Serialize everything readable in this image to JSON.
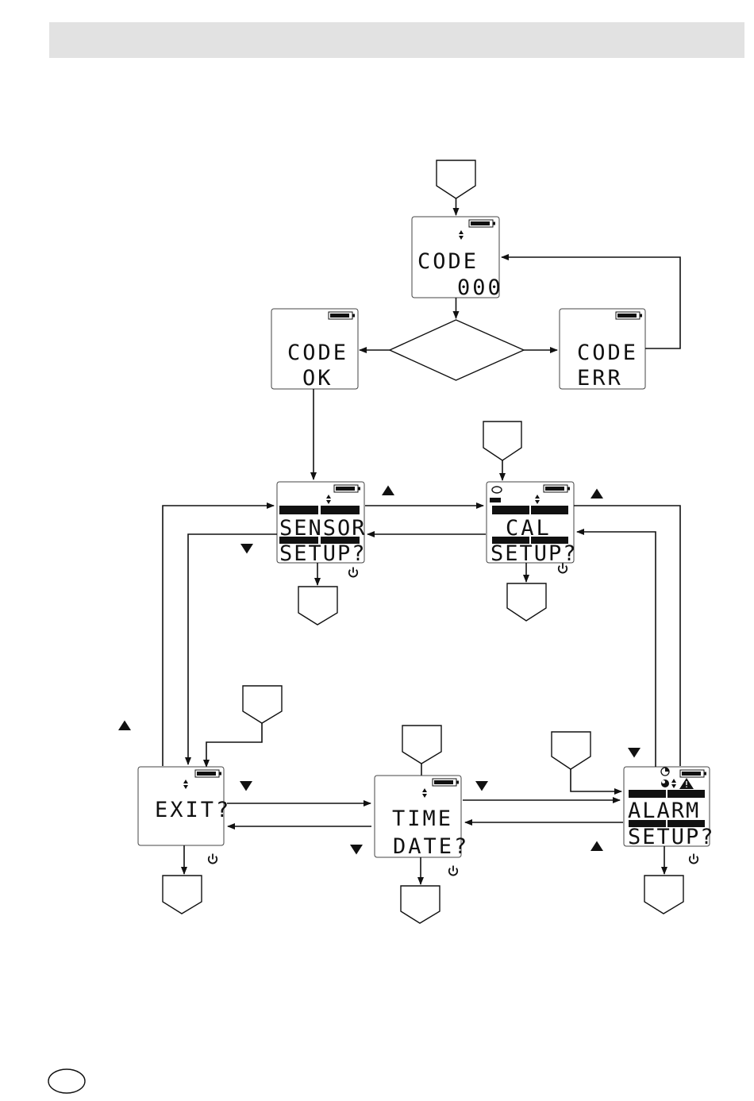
{
  "header": {
    "color": "#e2e2e2"
  },
  "screens": {
    "code_entry": {
      "line1": "CODE",
      "line2": "000"
    },
    "code_ok": {
      "line1": "CODE",
      "line2": "OK"
    },
    "code_err": {
      "line1": "CODE",
      "line2": "ERR"
    },
    "sensor_setup": {
      "line1": "SENSOR",
      "line2": "SETUP?"
    },
    "cal_setup": {
      "line1": "CAL",
      "line2": "SETUP?"
    },
    "exit": {
      "line1": "EXIT?"
    },
    "time_date": {
      "line1": "TIME",
      "line2": "DATE?"
    },
    "alarm_setup": {
      "line1": "ALARM",
      "line2": "SETUP?"
    }
  },
  "icons": {
    "battery": "battery-icon",
    "up_down": "up-down-arrows-icon",
    "up_triangle": "up-triangle-icon",
    "down_triangle": "down-triangle-icon",
    "power": "power-icon",
    "warning": "warning-icon",
    "clock": "clock-icon",
    "page_badge": "circle-badge-icon"
  },
  "colors": {
    "line": "#111111",
    "box_border": "#444444",
    "background": "#ffffff"
  }
}
